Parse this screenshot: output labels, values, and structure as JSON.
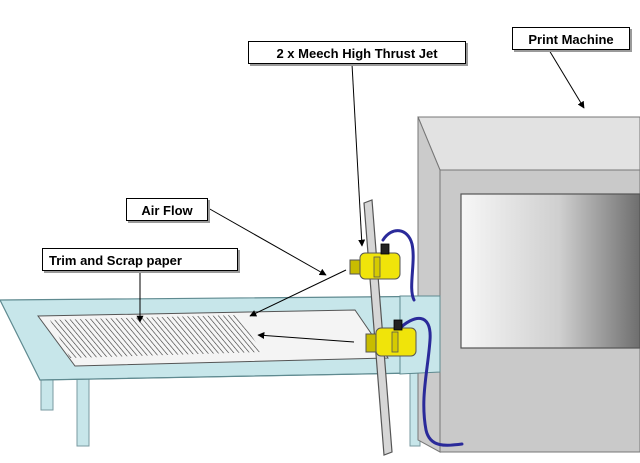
{
  "labels": {
    "jet": "2 x Meech High Thrust Jet",
    "print_machine": "Print Machine",
    "air_flow": "Air Flow",
    "trim": "Trim and Scrap paper"
  },
  "colors": {
    "conveyor": "#c7e6ea",
    "machine_side": "#bdbdbd",
    "machine_front": "#d3d3d3",
    "jet_body": "#f0e40a",
    "hose": "#2a2a9a"
  }
}
